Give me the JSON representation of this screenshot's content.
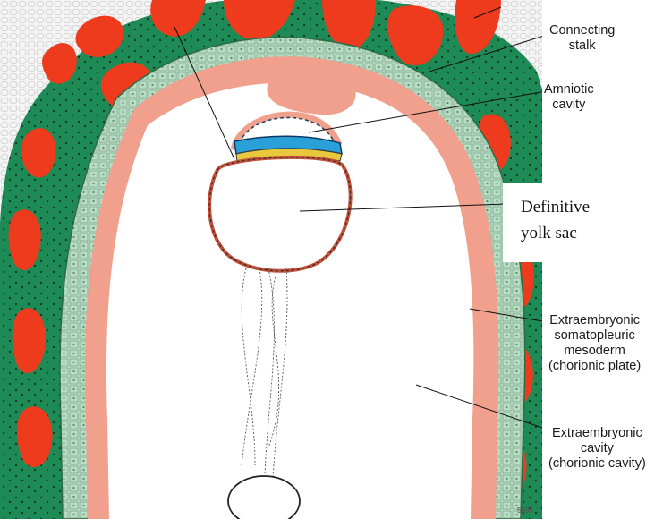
{
  "labels": {
    "connecting_stalk": "Connecting\nstalk",
    "amniotic_cavity": "Amniotic\ncavity",
    "definitive_yolk_sac": "Definitive\nyolk sac",
    "somatopleuric_mesoderm": "Extraembryonic\nsomatopleuric\nmesoderm\n(chorionic plate)",
    "extraembryonic_cavity": "Extraembryonic\ncavity\n(chorionic cavity)"
  },
  "colors": {
    "background_tissue": "#eeeeee",
    "trophoblast_green": "#1e8a55",
    "lacunae_red": "#ee3b1e",
    "cytotrophoblast_pale": "#b9dcc4",
    "mesoderm_salmon": "#f0a08c",
    "cavity": "#ffffff",
    "epiblast_blue": "#2aa0d8",
    "hypoblast_yellow": "#e8c83c"
  },
  "corner_mark": "5098"
}
